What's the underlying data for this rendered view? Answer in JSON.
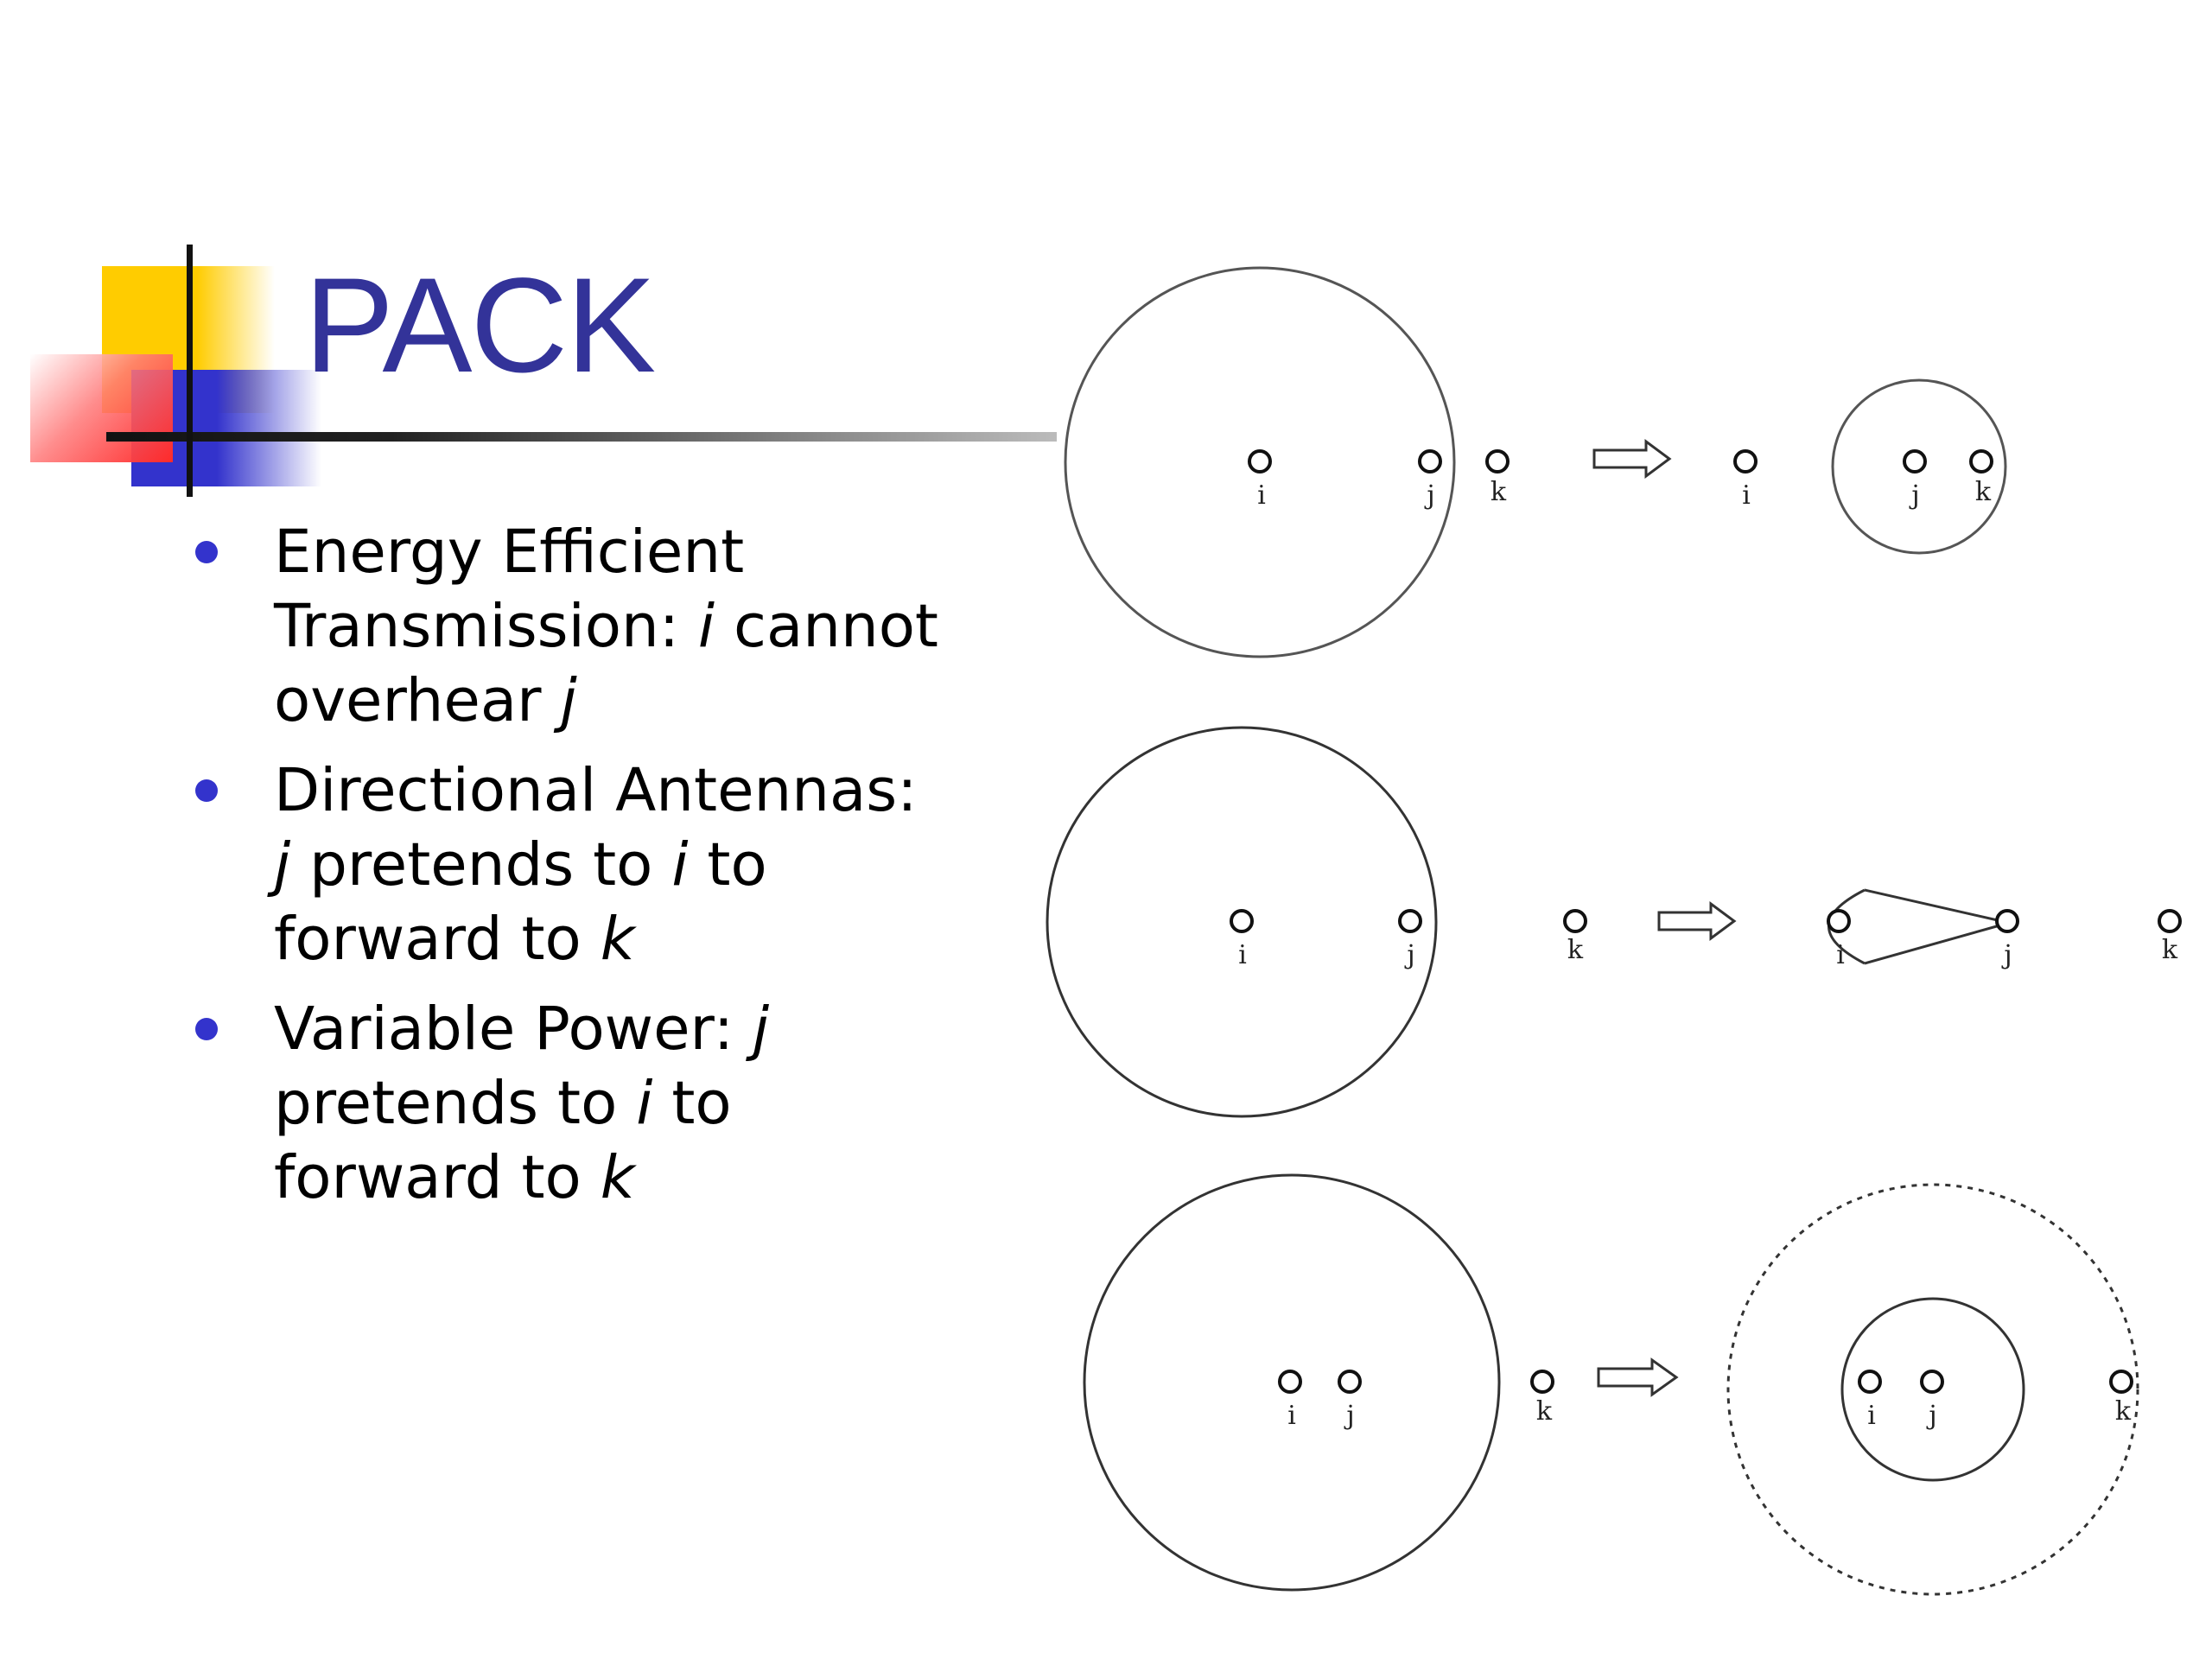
{
  "slide": {
    "title": "PACK",
    "bullets": [
      {
        "head": "Energy Efficient Transmission: ",
        "var1": "i",
        "mid": " cannot overhear ",
        "var2": "j",
        "tail": ""
      },
      {
        "head": "Directional Antennas: ",
        "var1": "j",
        "mid": " pretends to ",
        "var2": "i",
        "tail": " to forward to ",
        "var3": "k"
      },
      {
        "head": "Variable Power: ",
        "var1": "j",
        "mid": " pretends to ",
        "var2": "i",
        "tail": " to forward to ",
        "var3": "k"
      }
    ]
  },
  "diagram": {
    "node_labels": {
      "i": "i",
      "j": "j",
      "k": "k"
    },
    "colors": {
      "ink": "#222222",
      "circle": "#555555"
    }
  }
}
